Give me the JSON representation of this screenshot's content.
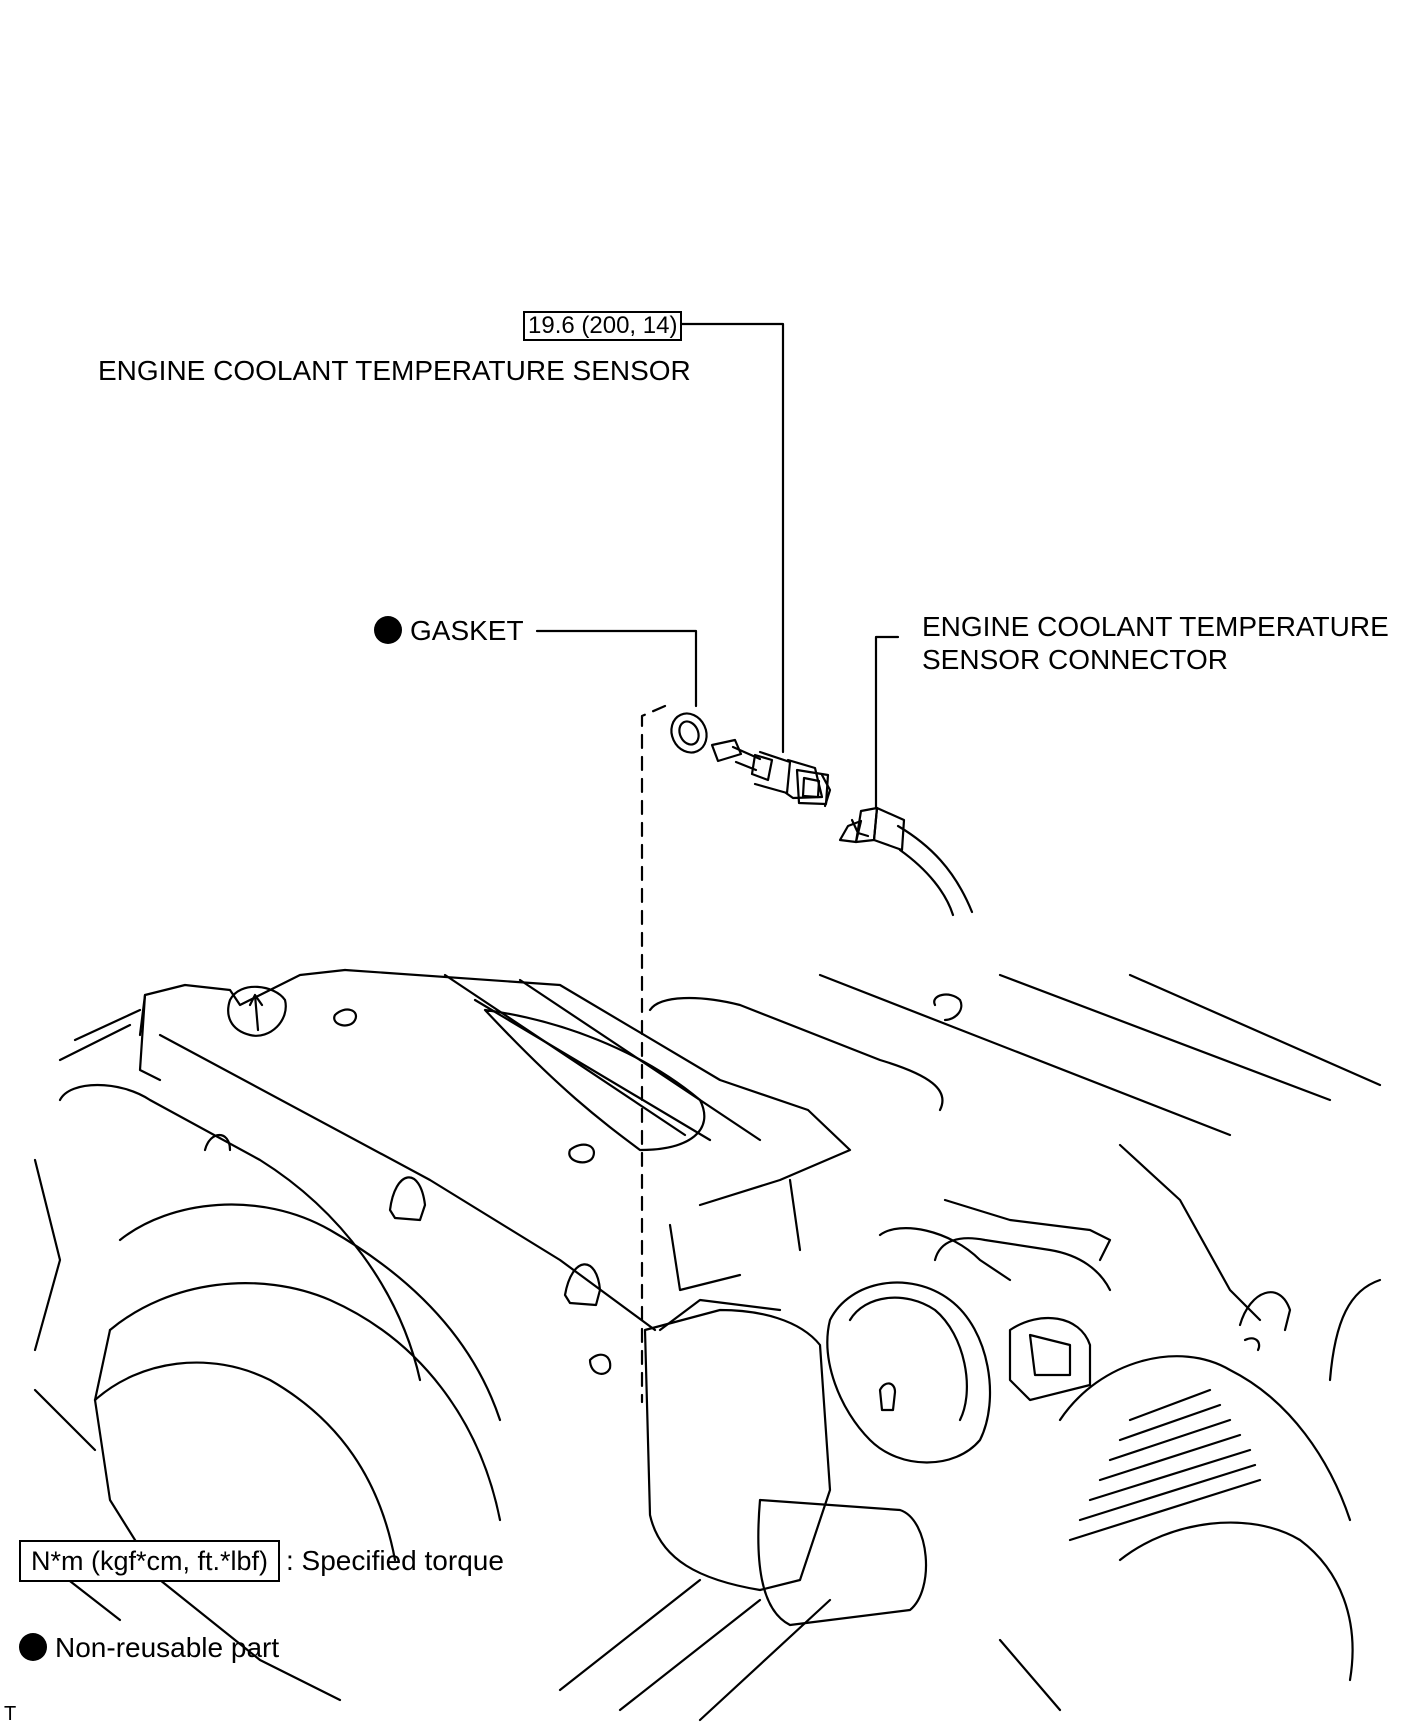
{
  "figure": {
    "torque_callout": "19.6 (200, 14)",
    "sensor_label": "ENGINE COOLANT TEMPERATURE SENSOR",
    "gasket_label": "GASKET",
    "connector_label_line1": "ENGINE COOLANT TEMPERATURE",
    "connector_label_line2": "SENSOR CONNECTOR"
  },
  "legend": {
    "torque_unit_box": "N*m (kgf*cm, ft.*lbf)",
    "torque_desc": ": Specified torque",
    "nonreusable_desc": "Non-reusable part"
  },
  "footer": {
    "corner_mark": "T"
  }
}
